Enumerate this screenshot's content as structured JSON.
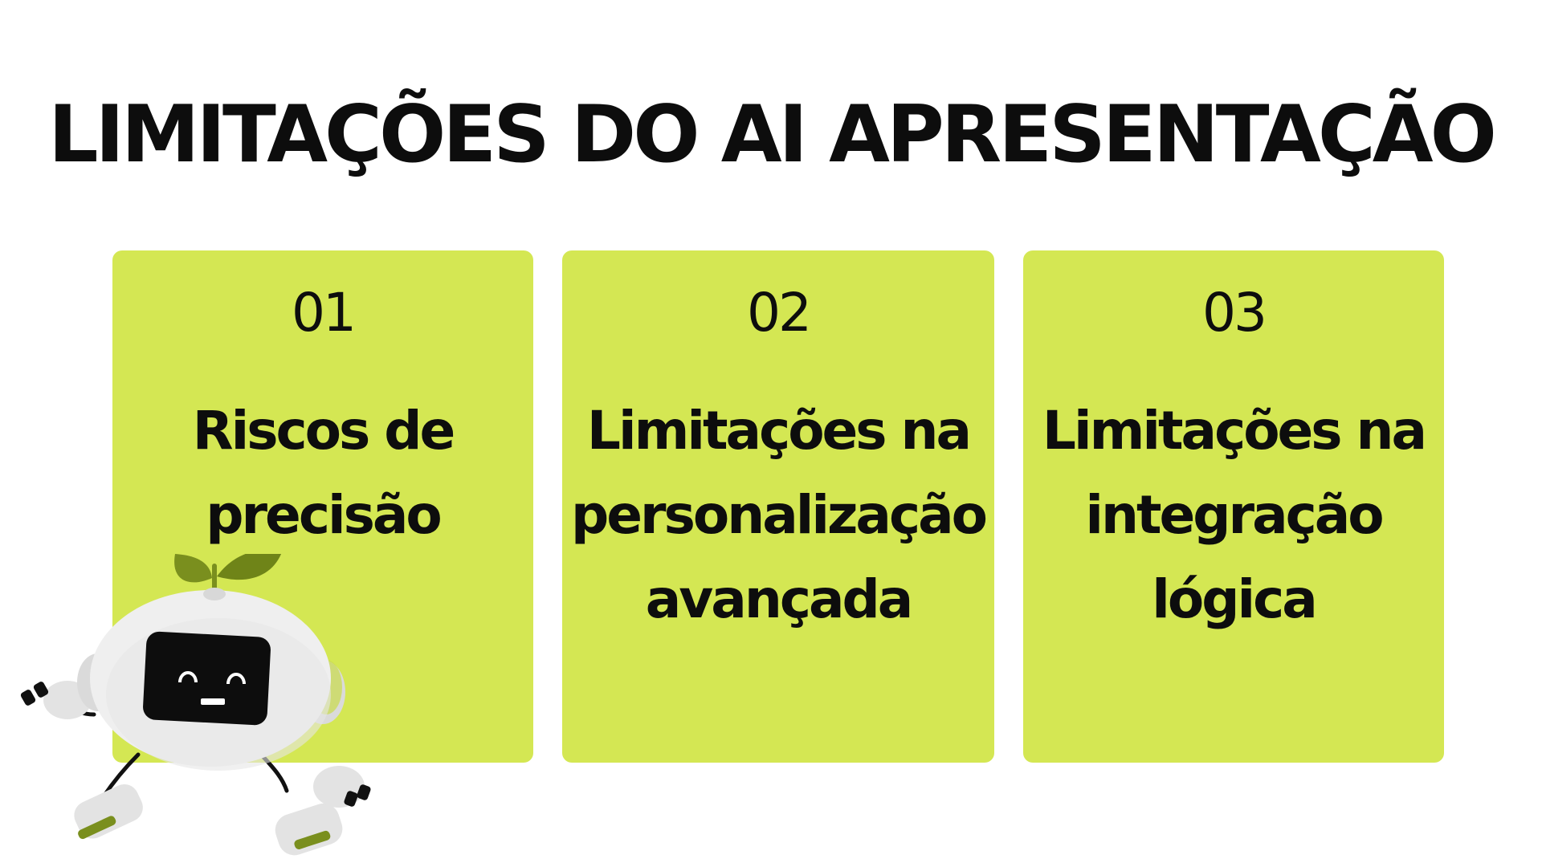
{
  "title": "LIMITAÇÕES DO AI APRESENTAÇÃO",
  "colors": {
    "card_background": "#d4e753",
    "text": "#0d0d0d",
    "page_background": "#ffffff",
    "robot_leaf": "#7a8f1e"
  },
  "cards": [
    {
      "number": "01",
      "text": "Riscos de precisão"
    },
    {
      "number": "02",
      "text": "Limitações na personalização avançada"
    },
    {
      "number": "03",
      "text": "Limitações na integração lógica"
    }
  ],
  "robot_icon": "robot-mascot-icon"
}
